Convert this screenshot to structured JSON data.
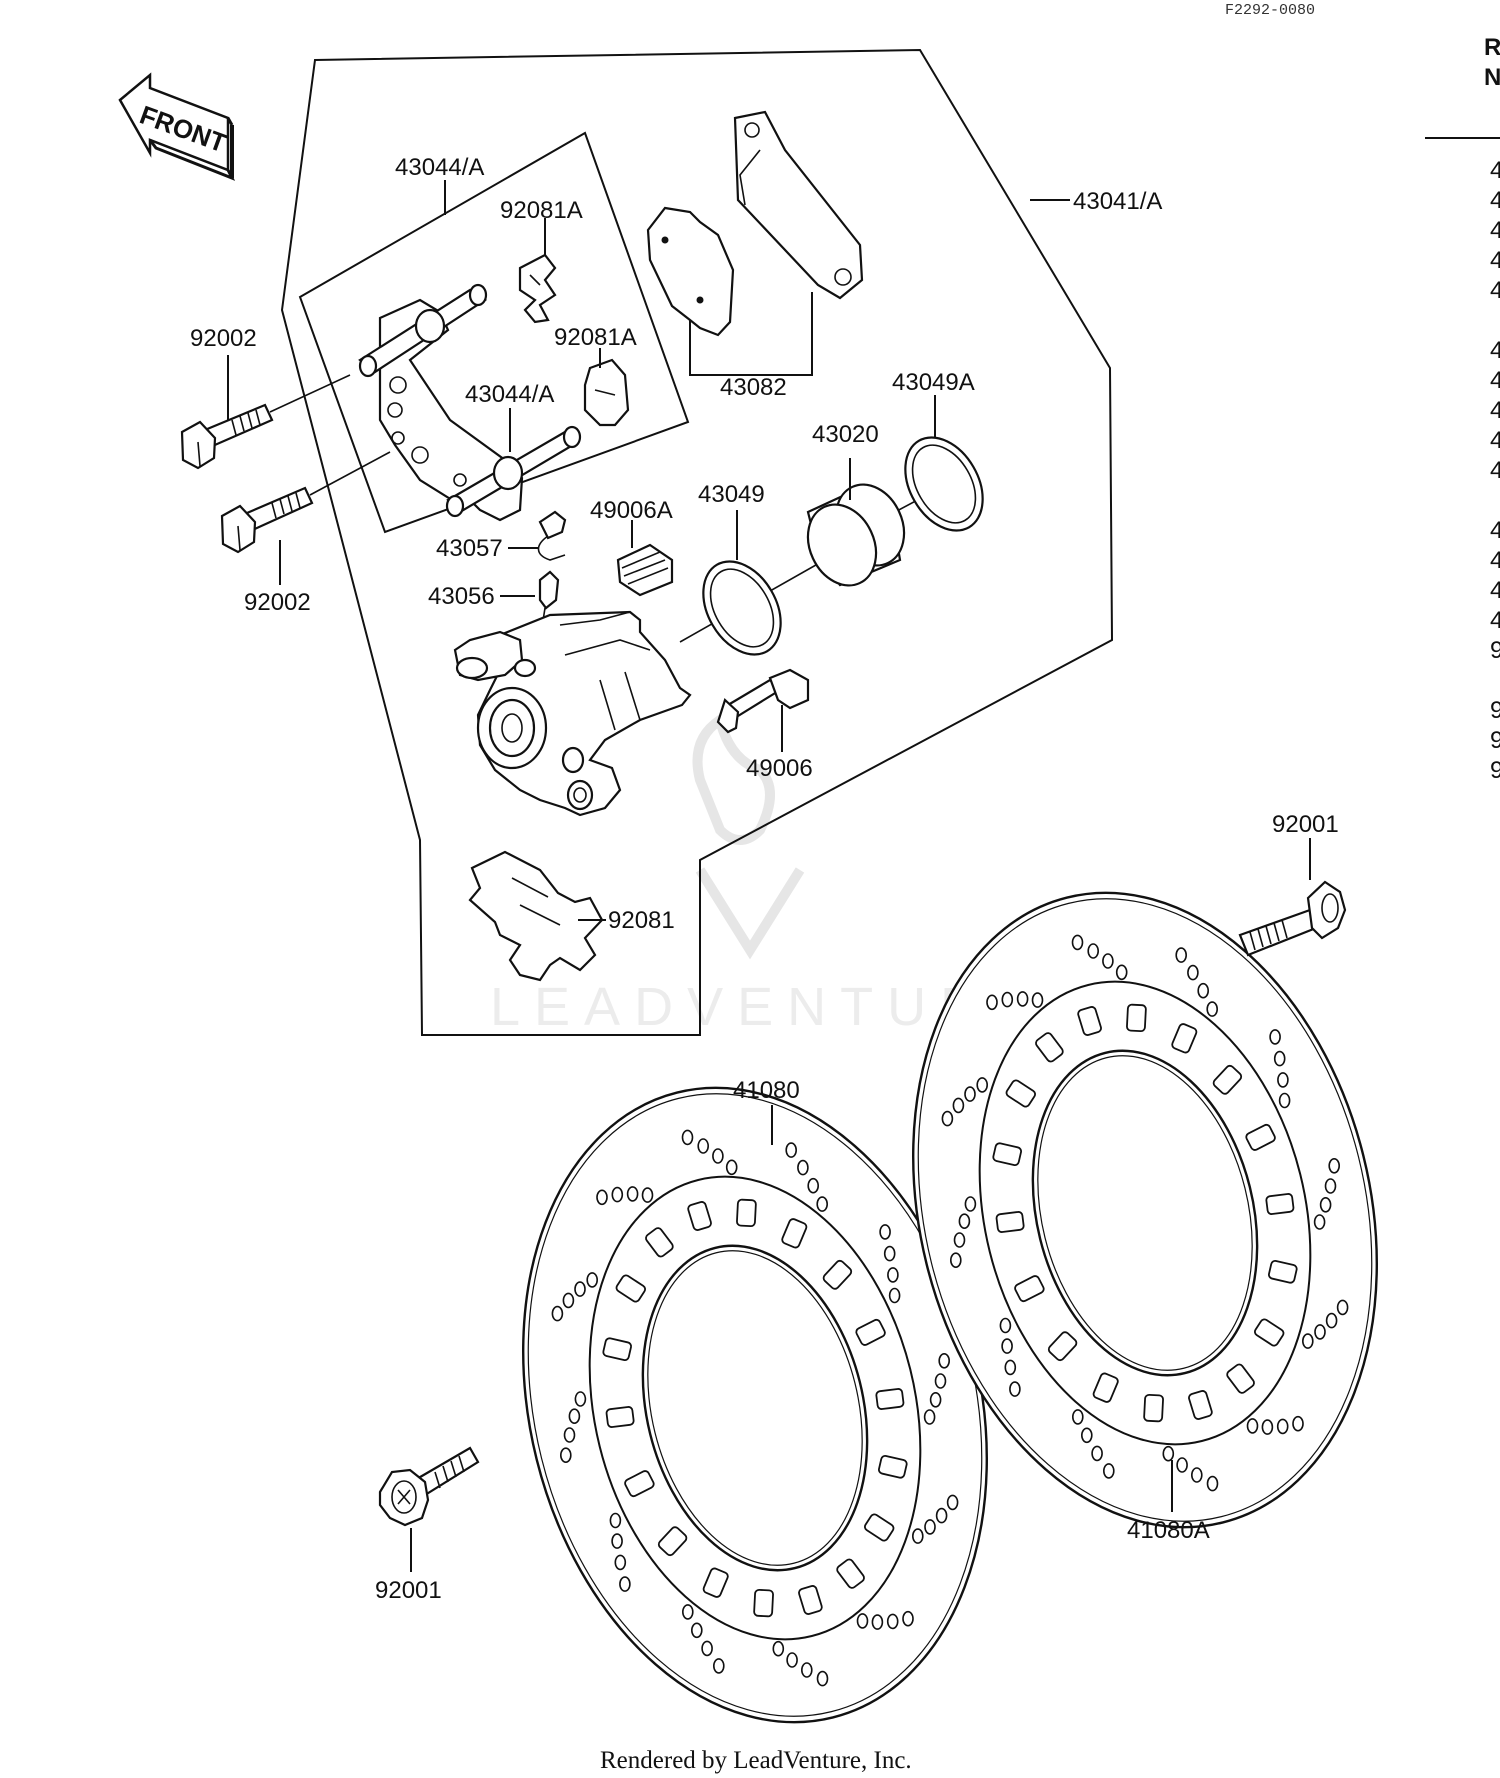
{
  "diagram_code": "F2292-0080",
  "front_label": "FRONT",
  "parts": {
    "caliper_assy": "43041/A",
    "holder_upper": "43044/A",
    "holder_lower": "43044/A",
    "pad_spring_top": "92081A",
    "pad_spring_mid": "92081A",
    "bolt_upper": "92002",
    "bolt_lower": "92002",
    "pads": "43082",
    "piston_seal_outer": "43049A",
    "piston": "43020",
    "piston_seal": "43049",
    "boot": "49006A",
    "bleeder_cap": "43057",
    "bleeder_valve": "43056",
    "pin": "49006",
    "anti_rattle_spring": "92081",
    "disc_front": "41080",
    "disc_rear": "41080A",
    "disc_bolt_right": "92001",
    "disc_bolt_left": "92001"
  },
  "watermark": "LEADVENTURE",
  "footer": "Rendered by LeadVenture, Inc."
}
